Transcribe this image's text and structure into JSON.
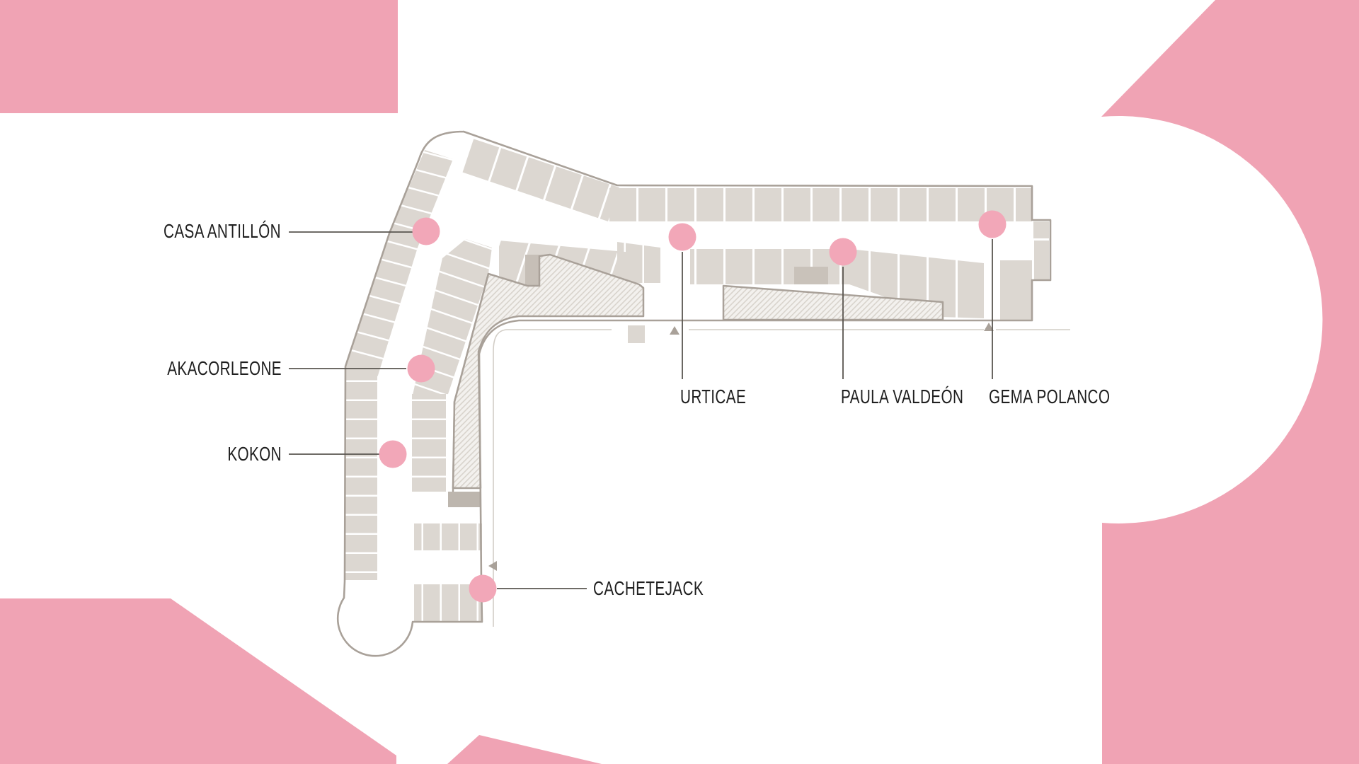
{
  "map": {
    "labels": {
      "casa_antillon": "CASA ANTILLÓN",
      "akacorleone": "AKACORLEONE",
      "kokon": "KOKON",
      "cachetejack": "CACHETEJACK",
      "urticae": "URTICAE",
      "paula_valdeon": "PAULA VALDEÓN",
      "gema_polanco": "GEMA POLANCO"
    },
    "marker_count": "7"
  },
  "colors": {
    "background": "#FFFFFF",
    "deco_pink": "#F0A3B4",
    "dot_pink": "#F2A7B8",
    "room_fill": "#DCD7D1",
    "room_dark": "#C6BFB7",
    "wall": "#A9A199",
    "hatch_line": "#D8D3CC",
    "street_line": "#D2CDC6",
    "leader_line": "#5A5650",
    "label_text": "#1F1F1F"
  }
}
